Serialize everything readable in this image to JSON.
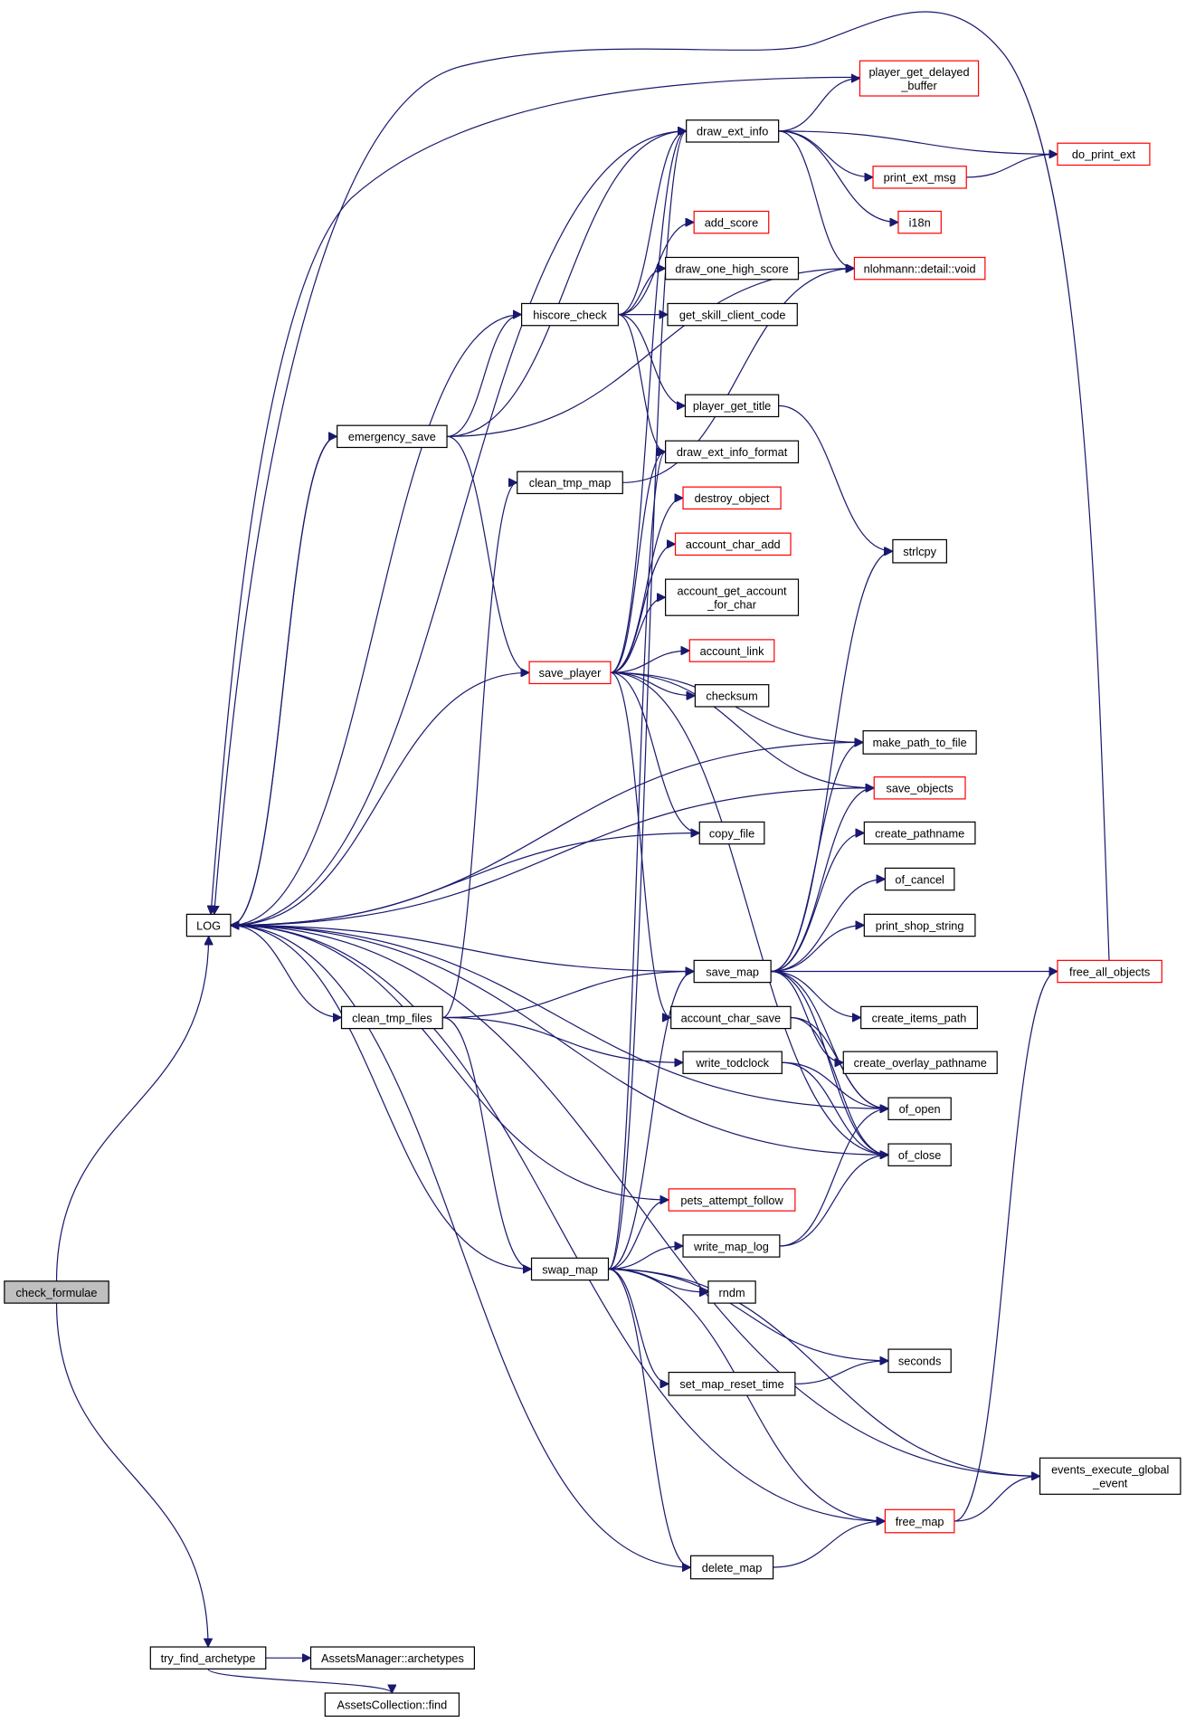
{
  "graph": {
    "root": "check_formulae",
    "nodes": [
      {
        "id": "check_formulae",
        "lines": [
          "check_formulae"
        ],
        "truncated": false,
        "root": true
      },
      {
        "id": "LOG",
        "lines": [
          "LOG"
        ],
        "truncated": false
      },
      {
        "id": "try_find_archetype",
        "lines": [
          "try_find_archetype"
        ],
        "truncated": false
      },
      {
        "id": "AssetsManager::archetypes",
        "lines": [
          "AssetsManager::archetypes"
        ],
        "truncated": false
      },
      {
        "id": "AssetsCollection::find",
        "lines": [
          "AssetsCollection::find"
        ],
        "truncated": false
      },
      {
        "id": "emergency_save",
        "lines": [
          "emergency_save"
        ],
        "truncated": false
      },
      {
        "id": "clean_tmp_files",
        "lines": [
          "clean_tmp_files"
        ],
        "truncated": false
      },
      {
        "id": "hiscore_check",
        "lines": [
          "hiscore_check"
        ],
        "truncated": false
      },
      {
        "id": "clean_tmp_map",
        "lines": [
          "clean_tmp_map"
        ],
        "truncated": false
      },
      {
        "id": "save_player",
        "lines": [
          "save_player"
        ],
        "truncated": true
      },
      {
        "id": "swap_map",
        "lines": [
          "swap_map"
        ],
        "truncated": false
      },
      {
        "id": "draw_ext_info",
        "lines": [
          "draw_ext_info"
        ],
        "truncated": false
      },
      {
        "id": "add_score",
        "lines": [
          "add_score"
        ],
        "truncated": true
      },
      {
        "id": "draw_one_high_score",
        "lines": [
          "draw_one_high_score"
        ],
        "truncated": false
      },
      {
        "id": "get_skill_client_code",
        "lines": [
          "get_skill_client_code"
        ],
        "truncated": false
      },
      {
        "id": "player_get_title",
        "lines": [
          "player_get_title"
        ],
        "truncated": false
      },
      {
        "id": "draw_ext_info_format",
        "lines": [
          "draw_ext_info_format"
        ],
        "truncated": false
      },
      {
        "id": "destroy_object",
        "lines": [
          "destroy_object"
        ],
        "truncated": true
      },
      {
        "id": "account_char_add",
        "lines": [
          "account_char_add"
        ],
        "truncated": true
      },
      {
        "id": "account_get_account_for_char",
        "lines": [
          "account_get_account",
          "_for_char"
        ],
        "truncated": false
      },
      {
        "id": "account_link",
        "lines": [
          "account_link"
        ],
        "truncated": true
      },
      {
        "id": "checksum",
        "lines": [
          "checksum"
        ],
        "truncated": false
      },
      {
        "id": "copy_file",
        "lines": [
          "copy_file"
        ],
        "truncated": false
      },
      {
        "id": "save_map",
        "lines": [
          "save_map"
        ],
        "truncated": false
      },
      {
        "id": "account_char_save",
        "lines": [
          "account_char_save"
        ],
        "truncated": false
      },
      {
        "id": "write_todclock",
        "lines": [
          "write_todclock"
        ],
        "truncated": false
      },
      {
        "id": "pets_attempt_follow",
        "lines": [
          "pets_attempt_follow"
        ],
        "truncated": true
      },
      {
        "id": "write_map_log",
        "lines": [
          "write_map_log"
        ],
        "truncated": false
      },
      {
        "id": "rndm",
        "lines": [
          "rndm"
        ],
        "truncated": false
      },
      {
        "id": "set_map_reset_time",
        "lines": [
          "set_map_reset_time"
        ],
        "truncated": false
      },
      {
        "id": "delete_map",
        "lines": [
          "delete_map"
        ],
        "truncated": false
      },
      {
        "id": "player_get_delayed_buffer",
        "lines": [
          "player_get_delayed",
          "_buffer"
        ],
        "truncated": true
      },
      {
        "id": "do_print_ext",
        "lines": [
          "do_print_ext"
        ],
        "truncated": true
      },
      {
        "id": "print_ext_msg",
        "lines": [
          "print_ext_msg"
        ],
        "truncated": true
      },
      {
        "id": "i18n",
        "lines": [
          "i18n"
        ],
        "truncated": true
      },
      {
        "id": "nlohmann::detail::void",
        "lines": [
          "nlohmann::detail::void"
        ],
        "truncated": true
      },
      {
        "id": "strlcpy",
        "lines": [
          "strlcpy"
        ],
        "truncated": false
      },
      {
        "id": "make_path_to_file",
        "lines": [
          "make_path_to_file"
        ],
        "truncated": false
      },
      {
        "id": "save_objects",
        "lines": [
          "save_objects"
        ],
        "truncated": true
      },
      {
        "id": "create_pathname",
        "lines": [
          "create_pathname"
        ],
        "truncated": false
      },
      {
        "id": "of_cancel",
        "lines": [
          "of_cancel"
        ],
        "truncated": false
      },
      {
        "id": "print_shop_string",
        "lines": [
          "print_shop_string"
        ],
        "truncated": false
      },
      {
        "id": "free_all_objects",
        "lines": [
          "free_all_objects"
        ],
        "truncated": true
      },
      {
        "id": "create_items_path",
        "lines": [
          "create_items_path"
        ],
        "truncated": false
      },
      {
        "id": "create_overlay_pathname",
        "lines": [
          "create_overlay_pathname"
        ],
        "truncated": false
      },
      {
        "id": "of_open",
        "lines": [
          "of_open"
        ],
        "truncated": false
      },
      {
        "id": "of_close",
        "lines": [
          "of_close"
        ],
        "truncated": false
      },
      {
        "id": "seconds",
        "lines": [
          "seconds"
        ],
        "truncated": false
      },
      {
        "id": "events_execute_global_event",
        "lines": [
          "events_execute_global",
          "_event"
        ],
        "truncated": false
      },
      {
        "id": "free_map",
        "lines": [
          "free_map"
        ],
        "truncated": true
      }
    ],
    "edges": [
      [
        "check_formulae",
        "LOG"
      ],
      [
        "check_formulae",
        "try_find_archetype"
      ],
      [
        "try_find_archetype",
        "AssetsManager::archetypes"
      ],
      [
        "try_find_archetype",
        "AssetsCollection::find"
      ],
      [
        "LOG",
        "emergency_save"
      ],
      [
        "LOG",
        "clean_tmp_files"
      ],
      [
        "emergency_save",
        "LOG"
      ],
      [
        "emergency_save",
        "draw_ext_info"
      ],
      [
        "emergency_save",
        "hiscore_check"
      ],
      [
        "emergency_save",
        "save_player"
      ],
      [
        "emergency_save",
        "nlohmann::detail::void"
      ],
      [
        "hiscore_check",
        "draw_ext_info"
      ],
      [
        "hiscore_check",
        "add_score"
      ],
      [
        "hiscore_check",
        "draw_one_high_score"
      ],
      [
        "hiscore_check",
        "get_skill_client_code"
      ],
      [
        "hiscore_check",
        "player_get_title"
      ],
      [
        "hiscore_check",
        "draw_ext_info_format"
      ],
      [
        "hiscore_check",
        "LOG"
      ],
      [
        "draw_ext_info",
        "player_get_delayed_buffer"
      ],
      [
        "draw_ext_info",
        "do_print_ext"
      ],
      [
        "draw_ext_info",
        "print_ext_msg"
      ],
      [
        "draw_ext_info",
        "i18n"
      ],
      [
        "draw_ext_info",
        "nlohmann::detail::void"
      ],
      [
        "draw_ext_info",
        "LOG"
      ],
      [
        "print_ext_msg",
        "do_print_ext"
      ],
      [
        "player_get_delayed_buffer",
        "LOG"
      ],
      [
        "player_get_title",
        "strlcpy"
      ],
      [
        "clean_tmp_map",
        "nlohmann::detail::void"
      ],
      [
        "save_player",
        "draw_ext_info"
      ],
      [
        "save_player",
        "draw_ext_info_format"
      ],
      [
        "save_player",
        "destroy_object"
      ],
      [
        "save_player",
        "account_char_add"
      ],
      [
        "save_player",
        "account_get_account_for_char"
      ],
      [
        "save_player",
        "account_link"
      ],
      [
        "save_player",
        "checksum"
      ],
      [
        "save_player",
        "make_path_to_file"
      ],
      [
        "save_player",
        "copy_file"
      ],
      [
        "save_player",
        "account_char_save"
      ],
      [
        "save_player",
        "of_close"
      ],
      [
        "save_player",
        "save_objects"
      ],
      [
        "save_player",
        "LOG"
      ],
      [
        "copy_file",
        "LOG"
      ],
      [
        "make_path_to_file",
        "LOG"
      ],
      [
        "save_objects",
        "LOG"
      ],
      [
        "clean_tmp_files",
        "clean_tmp_map"
      ],
      [
        "clean_tmp_files",
        "save_map"
      ],
      [
        "clean_tmp_files",
        "write_todclock"
      ],
      [
        "clean_tmp_files",
        "swap_map"
      ],
      [
        "save_map",
        "LOG"
      ],
      [
        "save_map",
        "strlcpy"
      ],
      [
        "save_map",
        "make_path_to_file"
      ],
      [
        "save_map",
        "save_objects"
      ],
      [
        "save_map",
        "create_pathname"
      ],
      [
        "save_map",
        "of_cancel"
      ],
      [
        "save_map",
        "print_shop_string"
      ],
      [
        "save_map",
        "free_all_objects"
      ],
      [
        "save_map",
        "create_items_path"
      ],
      [
        "save_map",
        "create_overlay_pathname"
      ],
      [
        "save_map",
        "of_open"
      ],
      [
        "save_map",
        "of_close"
      ],
      [
        "free_all_objects",
        "LOG"
      ],
      [
        "account_char_save",
        "of_open"
      ],
      [
        "account_char_save",
        "of_close"
      ],
      [
        "write_todclock",
        "of_open"
      ],
      [
        "write_todclock",
        "of_close"
      ],
      [
        "of_open",
        "LOG"
      ],
      [
        "of_close",
        "LOG"
      ],
      [
        "write_map_log",
        "of_open"
      ],
      [
        "write_map_log",
        "of_close"
      ],
      [
        "pets_attempt_follow",
        "LOG"
      ],
      [
        "swap_map",
        "LOG"
      ],
      [
        "swap_map",
        "save_map"
      ],
      [
        "swap_map",
        "draw_ext_info_format"
      ],
      [
        "swap_map",
        "draw_ext_info"
      ],
      [
        "swap_map",
        "pets_attempt_follow"
      ],
      [
        "swap_map",
        "write_map_log"
      ],
      [
        "swap_map",
        "rndm"
      ],
      [
        "swap_map",
        "seconds"
      ],
      [
        "swap_map",
        "set_map_reset_time"
      ],
      [
        "swap_map",
        "events_execute_global_event"
      ],
      [
        "swap_map",
        "free_map"
      ],
      [
        "swap_map",
        "delete_map"
      ],
      [
        "set_map_reset_time",
        "seconds"
      ],
      [
        "delete_map",
        "LOG"
      ],
      [
        "delete_map",
        "free_map"
      ],
      [
        "free_map",
        "events_execute_global_event"
      ],
      [
        "free_map",
        "free_all_objects"
      ],
      [
        "free_map",
        "LOG"
      ],
      [
        "events_execute_global_event",
        "LOG"
      ]
    ]
  },
  "colors": {
    "edge": "#191970",
    "truncated_border": "#ff0000",
    "root_fill": "#bfbfbf"
  }
}
